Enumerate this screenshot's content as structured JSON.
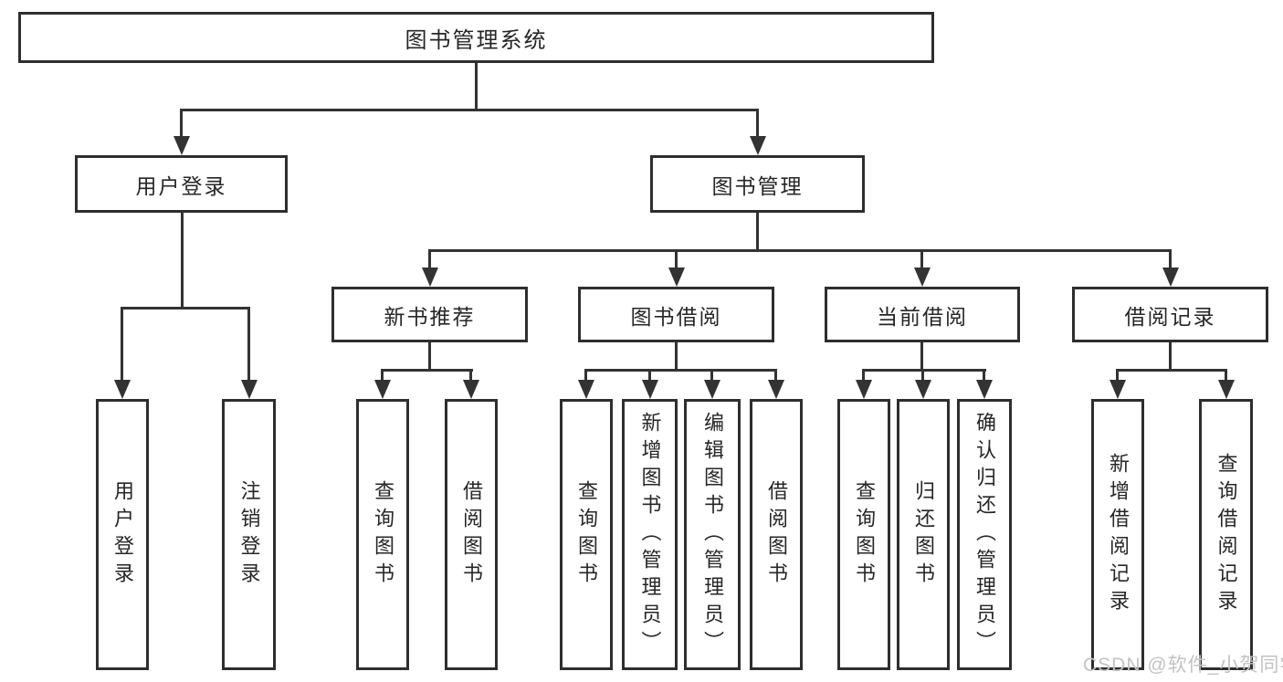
{
  "tree": {
    "root": {
      "label": "图书管理系统",
      "children": [
        {
          "label": "用户登录",
          "children": [
            {
              "label": "用户登录"
            },
            {
              "label": "注销登录"
            }
          ]
        },
        {
          "label": "图书管理",
          "children": [
            {
              "label": "新书推荐",
              "children": [
                {
                  "label": "查询图书"
                },
                {
                  "label": "借阅图书"
                }
              ]
            },
            {
              "label": "图书借阅",
              "children": [
                {
                  "label": "查询图书"
                },
                {
                  "label": "新增图书（管理员）"
                },
                {
                  "label": "编辑图书（管理员）"
                },
                {
                  "label": "借阅图书"
                }
              ]
            },
            {
              "label": "当前借阅",
              "children": [
                {
                  "label": "查询图书"
                },
                {
                  "label": "归还图书"
                },
                {
                  "label": "确认归还（管理员）"
                }
              ]
            },
            {
              "label": "借阅记录",
              "children": [
                {
                  "label": "新增借阅记录"
                },
                {
                  "label": "查询借阅记录"
                }
              ]
            }
          ]
        }
      ]
    }
  },
  "watermark": {
    "text": "CSDN @软件_小贺同学"
  },
  "colors": {
    "line": "#333333",
    "box_border": "#2e2e2e",
    "text": "#262626",
    "background": "#ffffff",
    "watermark": "#c5c2c2"
  }
}
